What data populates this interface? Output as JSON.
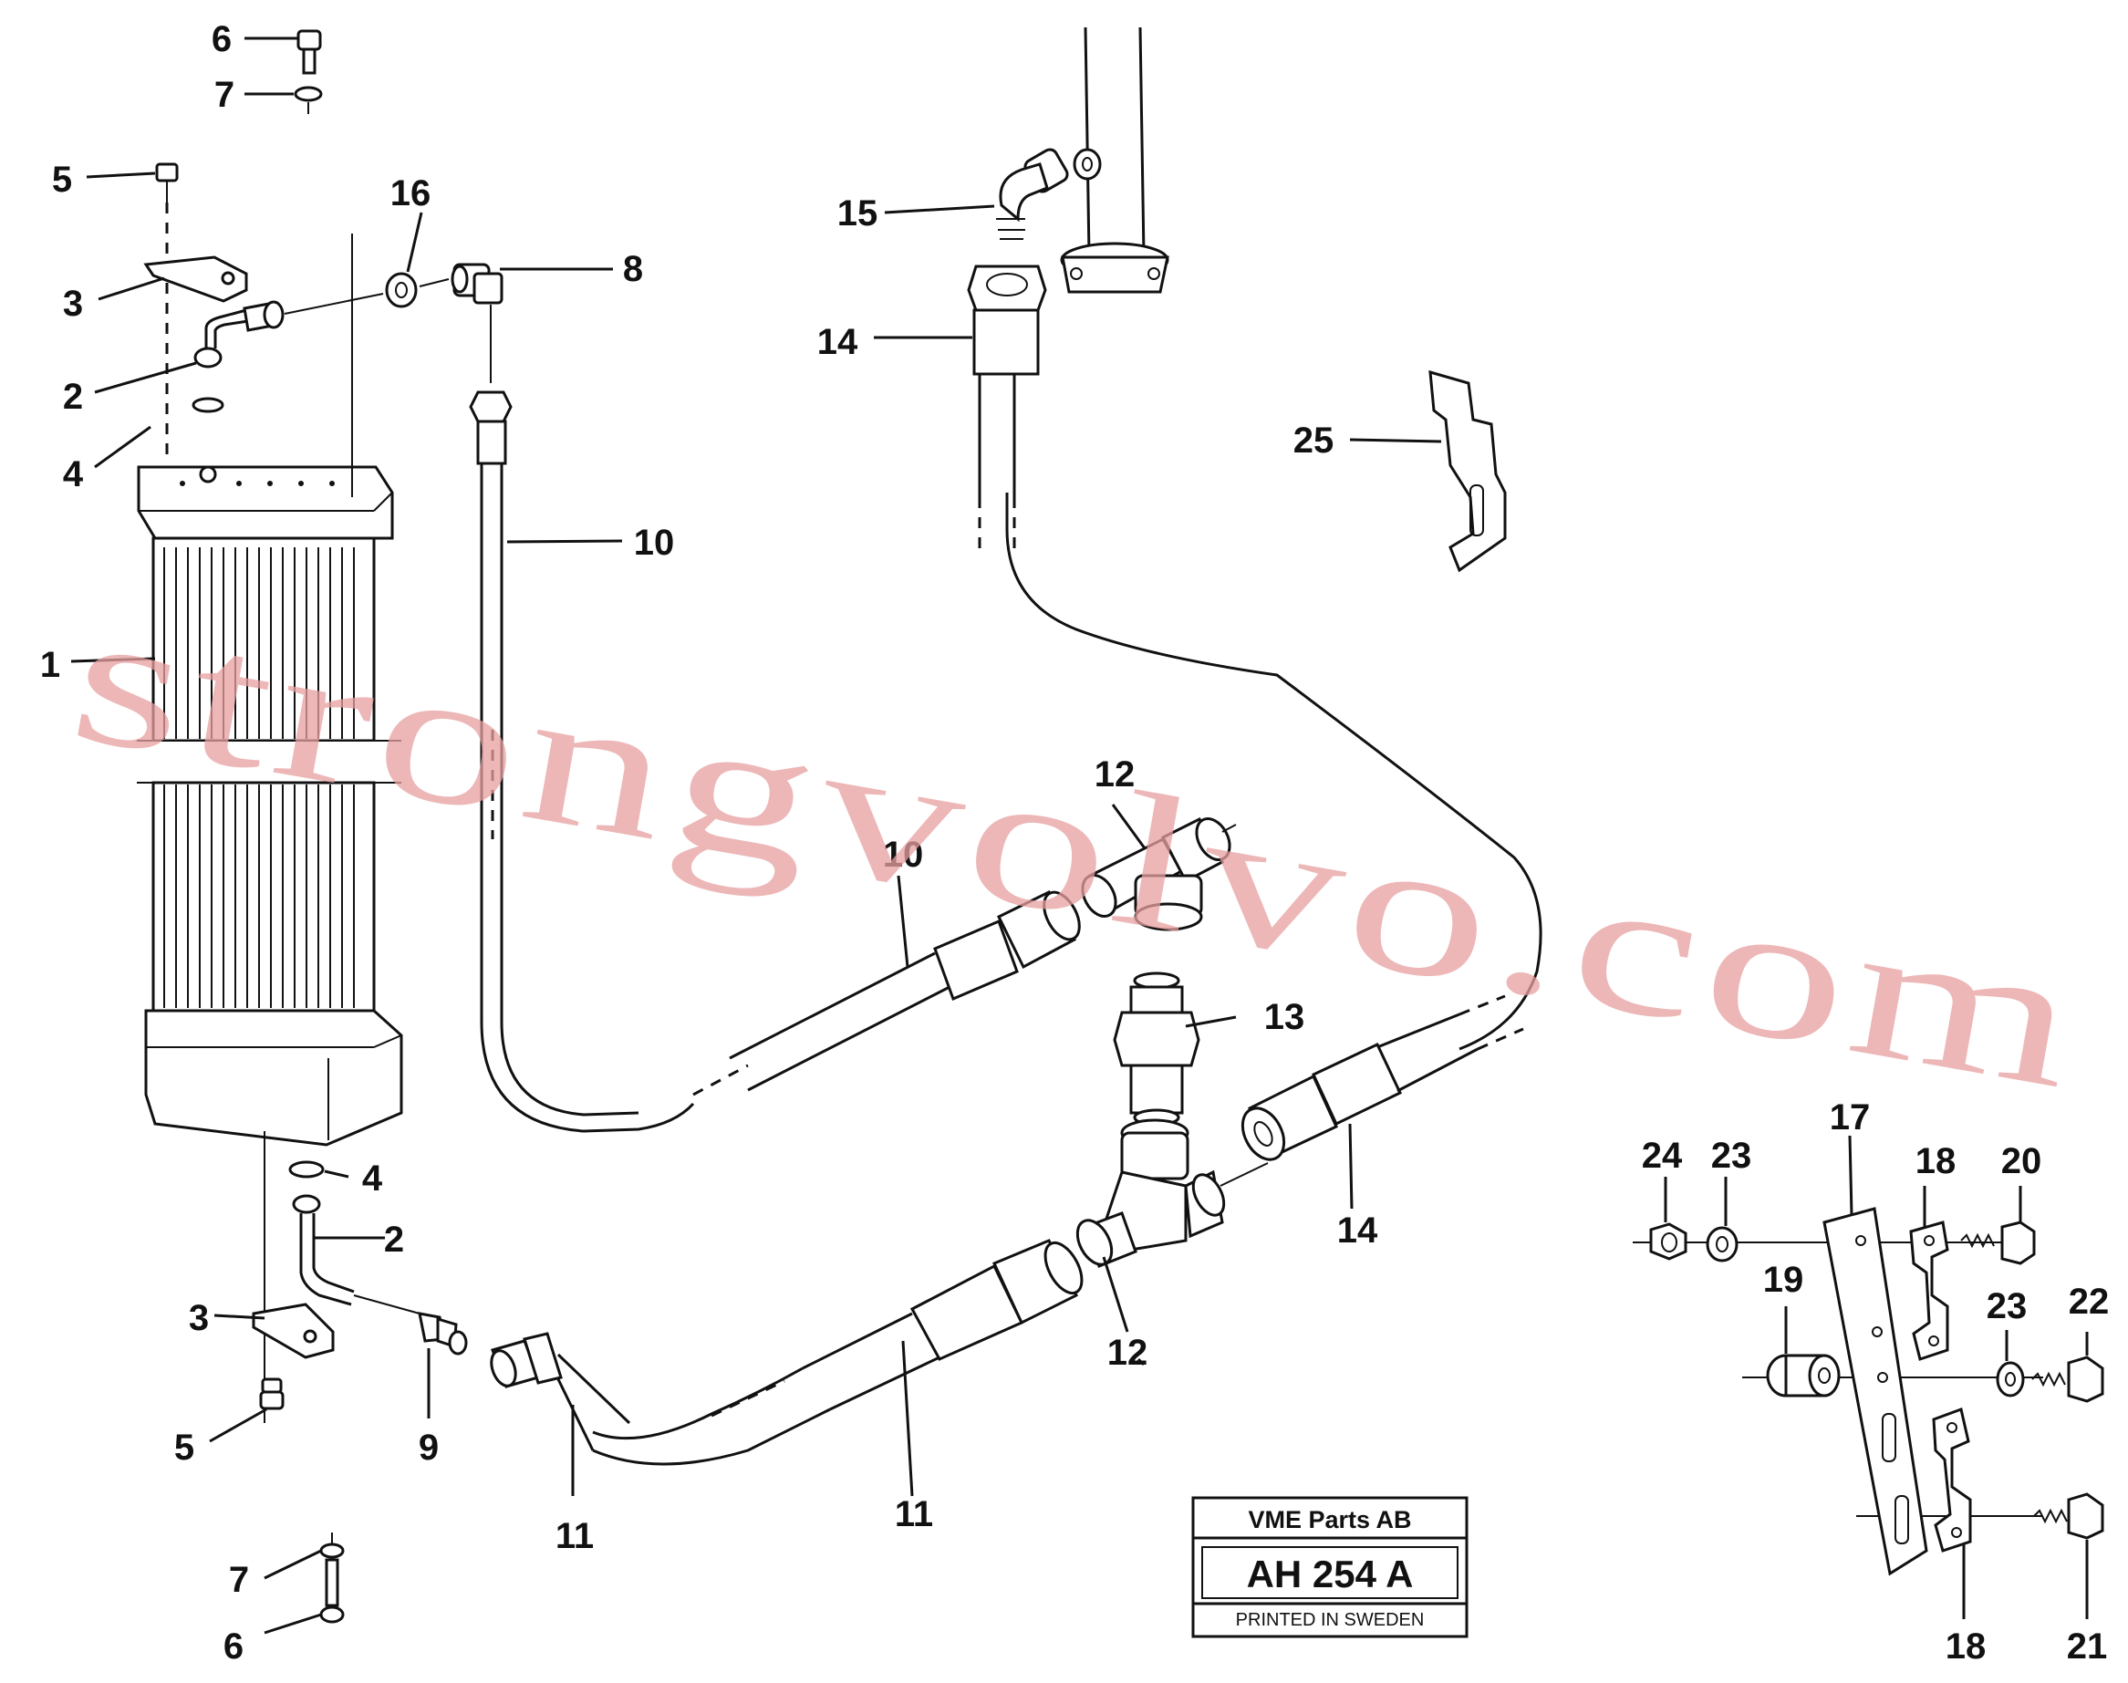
{
  "watermark": "strongvolvo.com",
  "stamp": {
    "company": "VME Parts AB",
    "code": "AH 254 A",
    "footer": "PRINTED IN SWEDEN"
  },
  "callouts": [
    {
      "id": "c6a",
      "label": "6"
    },
    {
      "id": "c7a",
      "label": "7"
    },
    {
      "id": "c5a",
      "label": "5"
    },
    {
      "id": "c3a",
      "label": "3"
    },
    {
      "id": "c2a",
      "label": "2"
    },
    {
      "id": "c4a",
      "label": "4"
    },
    {
      "id": "c1",
      "label": "1"
    },
    {
      "id": "c16",
      "label": "16"
    },
    {
      "id": "c8",
      "label": "8"
    },
    {
      "id": "c10a",
      "label": "10"
    },
    {
      "id": "c15",
      "label": "15"
    },
    {
      "id": "c14a",
      "label": "14"
    },
    {
      "id": "c25",
      "label": "25"
    },
    {
      "id": "c12a",
      "label": "12"
    },
    {
      "id": "c10b",
      "label": "10"
    },
    {
      "id": "c13",
      "label": "13"
    },
    {
      "id": "c14b",
      "label": "14"
    },
    {
      "id": "c4b",
      "label": "4"
    },
    {
      "id": "c2b",
      "label": "2"
    },
    {
      "id": "c3b",
      "label": "3"
    },
    {
      "id": "c5b",
      "label": "5"
    },
    {
      "id": "c9",
      "label": "9"
    },
    {
      "id": "c11a",
      "label": "11"
    },
    {
      "id": "c11b",
      "label": "11"
    },
    {
      "id": "c12b",
      "label": "12"
    },
    {
      "id": "c7b",
      "label": "7"
    },
    {
      "id": "c6b",
      "label": "6"
    },
    {
      "id": "c24",
      "label": "24"
    },
    {
      "id": "c23a",
      "label": "23"
    },
    {
      "id": "c17",
      "label": "17"
    },
    {
      "id": "c18a",
      "label": "18"
    },
    {
      "id": "c20",
      "label": "20"
    },
    {
      "id": "c19",
      "label": "19"
    },
    {
      "id": "c23b",
      "label": "23"
    },
    {
      "id": "c22",
      "label": "22"
    },
    {
      "id": "c18b",
      "label": "18"
    },
    {
      "id": "c21",
      "label": "21"
    }
  ]
}
